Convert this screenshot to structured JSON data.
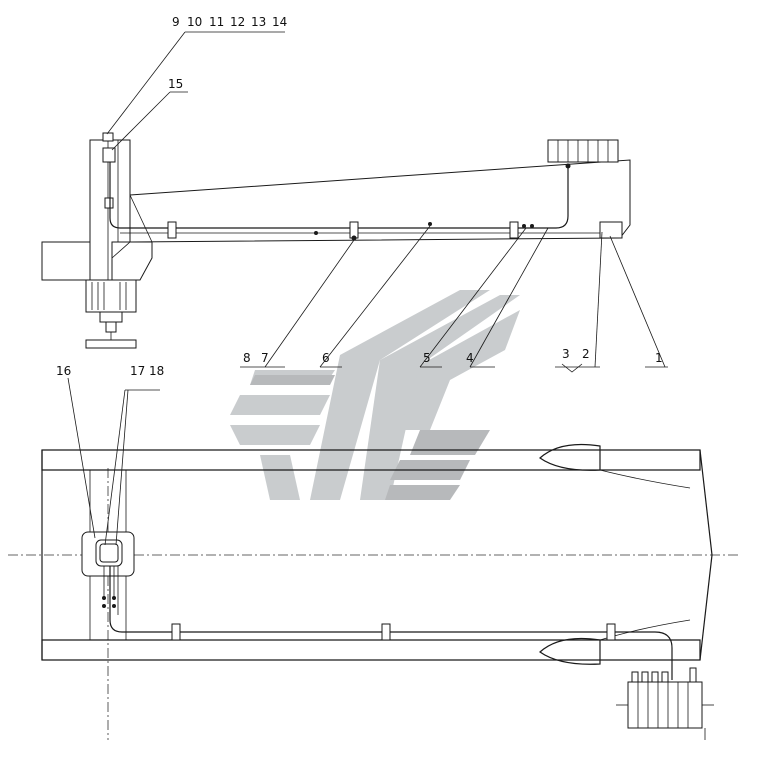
{
  "labels": {
    "l9": "9",
    "l10": "10",
    "l11": "11",
    "l12": "12",
    "l13": "13",
    "l14": "14",
    "l15": "15",
    "l8": "8",
    "l7": "7",
    "l6": "6",
    "l5": "5",
    "l4": "4",
    "l3": "3",
    "l2": "2",
    "l1": "1",
    "l16": "16",
    "l17": "17",
    "l18": "18"
  },
  "colors": {
    "line": "#1a1a1a",
    "watermark": "#c9ccce",
    "watermark_dark": "#b7b9bb"
  }
}
